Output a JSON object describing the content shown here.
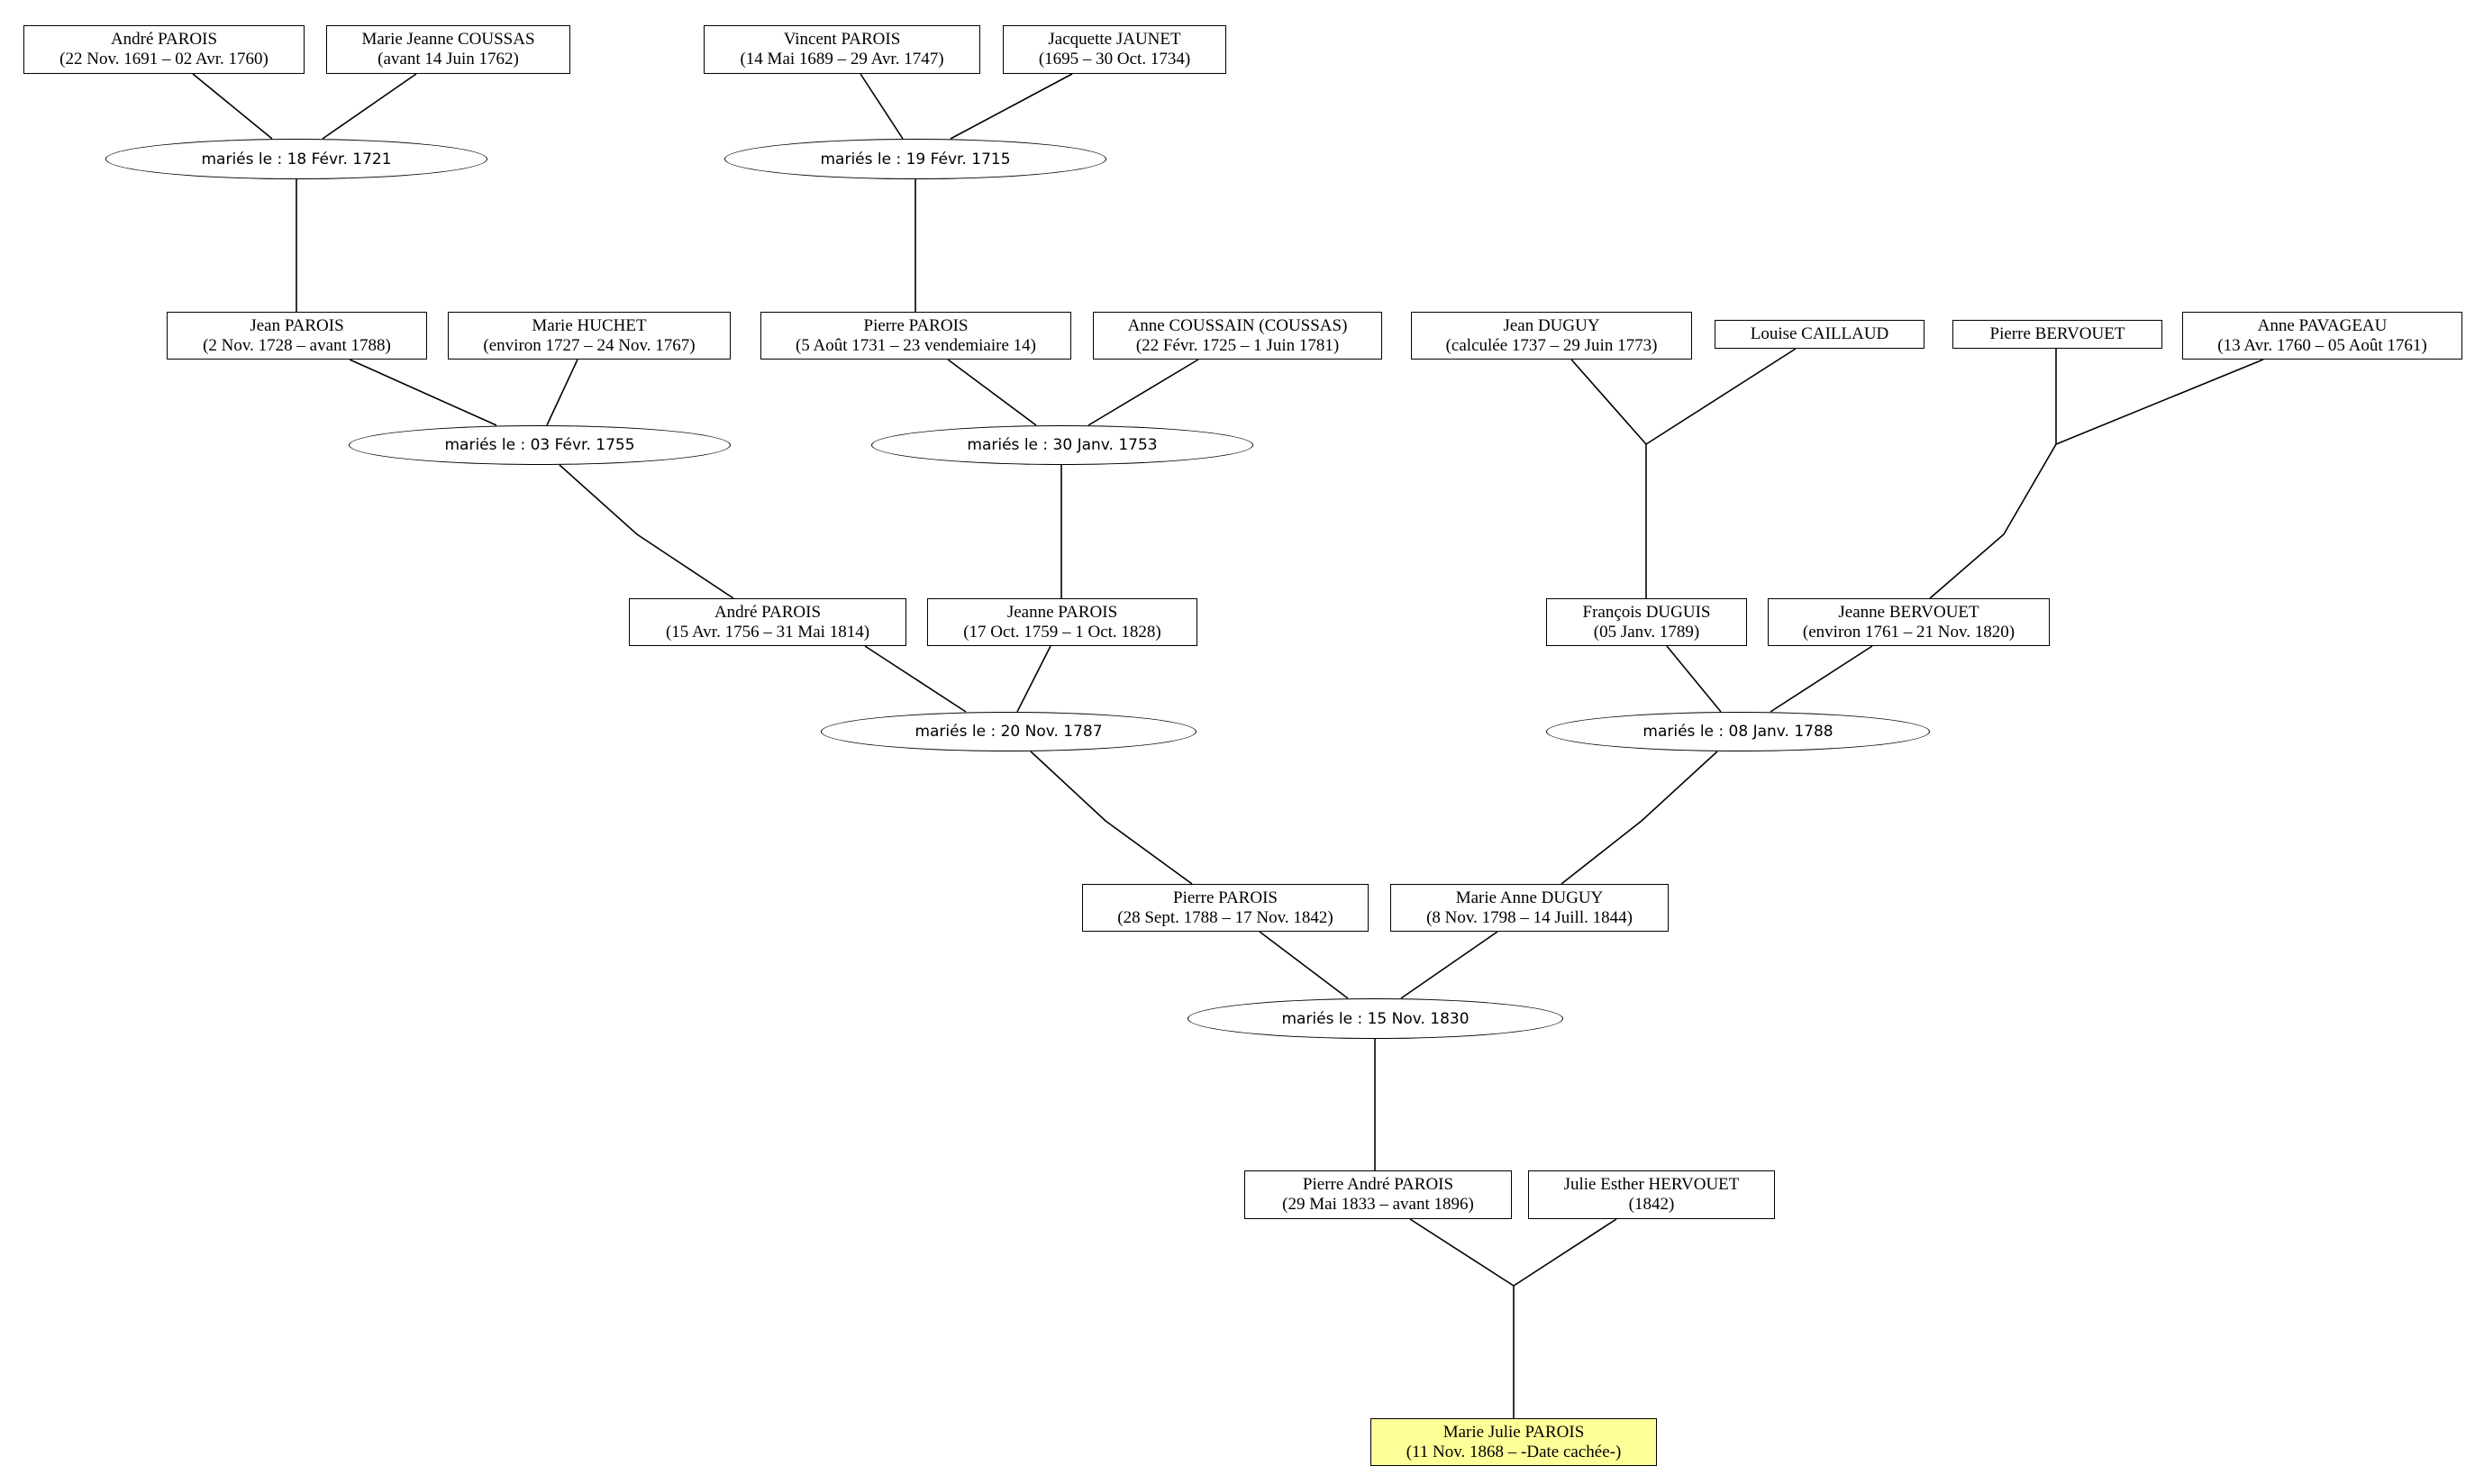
{
  "persons": {
    "p01": {
      "name": "André PAROIS",
      "dates": "(22 Nov. 1691 – 02 Avr. 1760)"
    },
    "p02": {
      "name": "Marie Jeanne COUSSAS",
      "dates": "(avant 14 Juin 1762)"
    },
    "p03": {
      "name": "Vincent PAROIS",
      "dates": "(14 Mai 1689 – 29 Avr. 1747)"
    },
    "p04": {
      "name": "Jacquette JAUNET",
      "dates": "(1695 – 30 Oct. 1734)"
    },
    "p05": {
      "name": "Jean PAROIS",
      "dates": "(2 Nov. 1728 – avant 1788)"
    },
    "p06": {
      "name": "Marie HUCHET",
      "dates": "(environ 1727 – 24 Nov. 1767)"
    },
    "p07": {
      "name": "Pierre PAROIS",
      "dates": "(5 Août 1731 – 23 vendemiaire 14)"
    },
    "p08": {
      "name": "Anne COUSSAIN (COUSSAS)",
      "dates": "(22 Févr. 1725 – 1 Juin 1781)"
    },
    "p09": {
      "name": "Jean DUGUY",
      "dates": "(calculée 1737 – 29 Juin 1773)"
    },
    "p10": {
      "name": "Louise CAILLAUD",
      "dates": ""
    },
    "p11": {
      "name": "Pierre BERVOUET",
      "dates": ""
    },
    "p12": {
      "name": "Anne PAVAGEAU",
      "dates": "(13 Avr. 1760 – 05 Août 1761)"
    },
    "p13": {
      "name": "André PAROIS",
      "dates": "(15 Avr. 1756 – 31 Mai 1814)"
    },
    "p14": {
      "name": "Jeanne PAROIS",
      "dates": "(17 Oct. 1759 – 1 Oct. 1828)"
    },
    "p15": {
      "name": "François DUGUIS",
      "dates": "(05 Janv. 1789)"
    },
    "p16": {
      "name": "Jeanne BERVOUET",
      "dates": "(environ 1761 – 21 Nov. 1820)"
    },
    "p17": {
      "name": "Pierre PAROIS",
      "dates": "(28 Sept. 1788 – 17 Nov. 1842)"
    },
    "p18": {
      "name": "Marie Anne DUGUY",
      "dates": "(8 Nov. 1798 – 14 Juill. 1844)"
    },
    "p19": {
      "name": "Pierre André PAROIS",
      "dates": "(29 Mai 1833 – avant 1896)"
    },
    "p20": {
      "name": "Julie Esther HERVOUET",
      "dates": "(1842)"
    },
    "p21": {
      "name": "Marie Julie PAROIS",
      "dates": "(11 Nov. 1868 – -Date cachée-)"
    }
  },
  "marriages": {
    "m1": "mariés le : 18 Févr. 1721",
    "m2": "mariés le : 19 Févr. 1715",
    "m3": "mariés le : 03 Févr. 1755",
    "m4": "mariés le : 30 Janv. 1753",
    "m5": "mariés le : 20 Nov. 1787",
    "m6": "mariés le : 08 Janv. 1788",
    "m7": "mariés le : 15 Nov. 1830"
  },
  "colors": {
    "root_highlight": "#ffff99",
    "border": "#000000"
  }
}
